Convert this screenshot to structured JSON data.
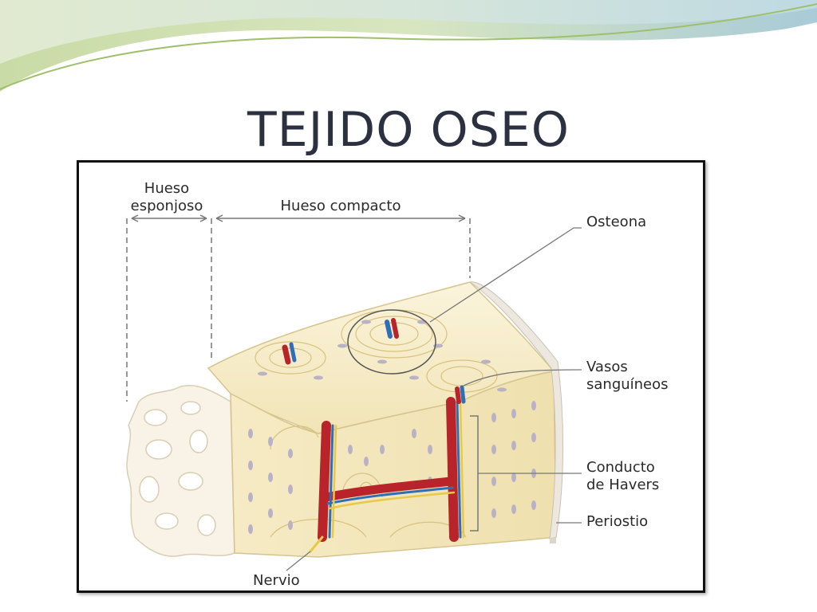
{
  "slide": {
    "title": "TEJIDO OSEO",
    "accent_colors": {
      "wave_green": "#b9cf8f",
      "wave_blue": "#9cc4d4",
      "bone": "#f6ecc7",
      "artery": "#b8242a",
      "vein": "#2f6fb8",
      "nerve": "#e8c846"
    }
  },
  "diagram": {
    "labels": {
      "spongy_line1": "Hueso",
      "spongy_line2": "esponjoso",
      "compact": "Hueso compacto",
      "osteon": "Osteona",
      "vessels_line1": "Vasos",
      "vessels_line2": "sanguíneos",
      "havers_line1": "Conducto",
      "havers_line2": "de Havers",
      "periosteum": "Periostio",
      "nerve": "Nervio"
    }
  }
}
